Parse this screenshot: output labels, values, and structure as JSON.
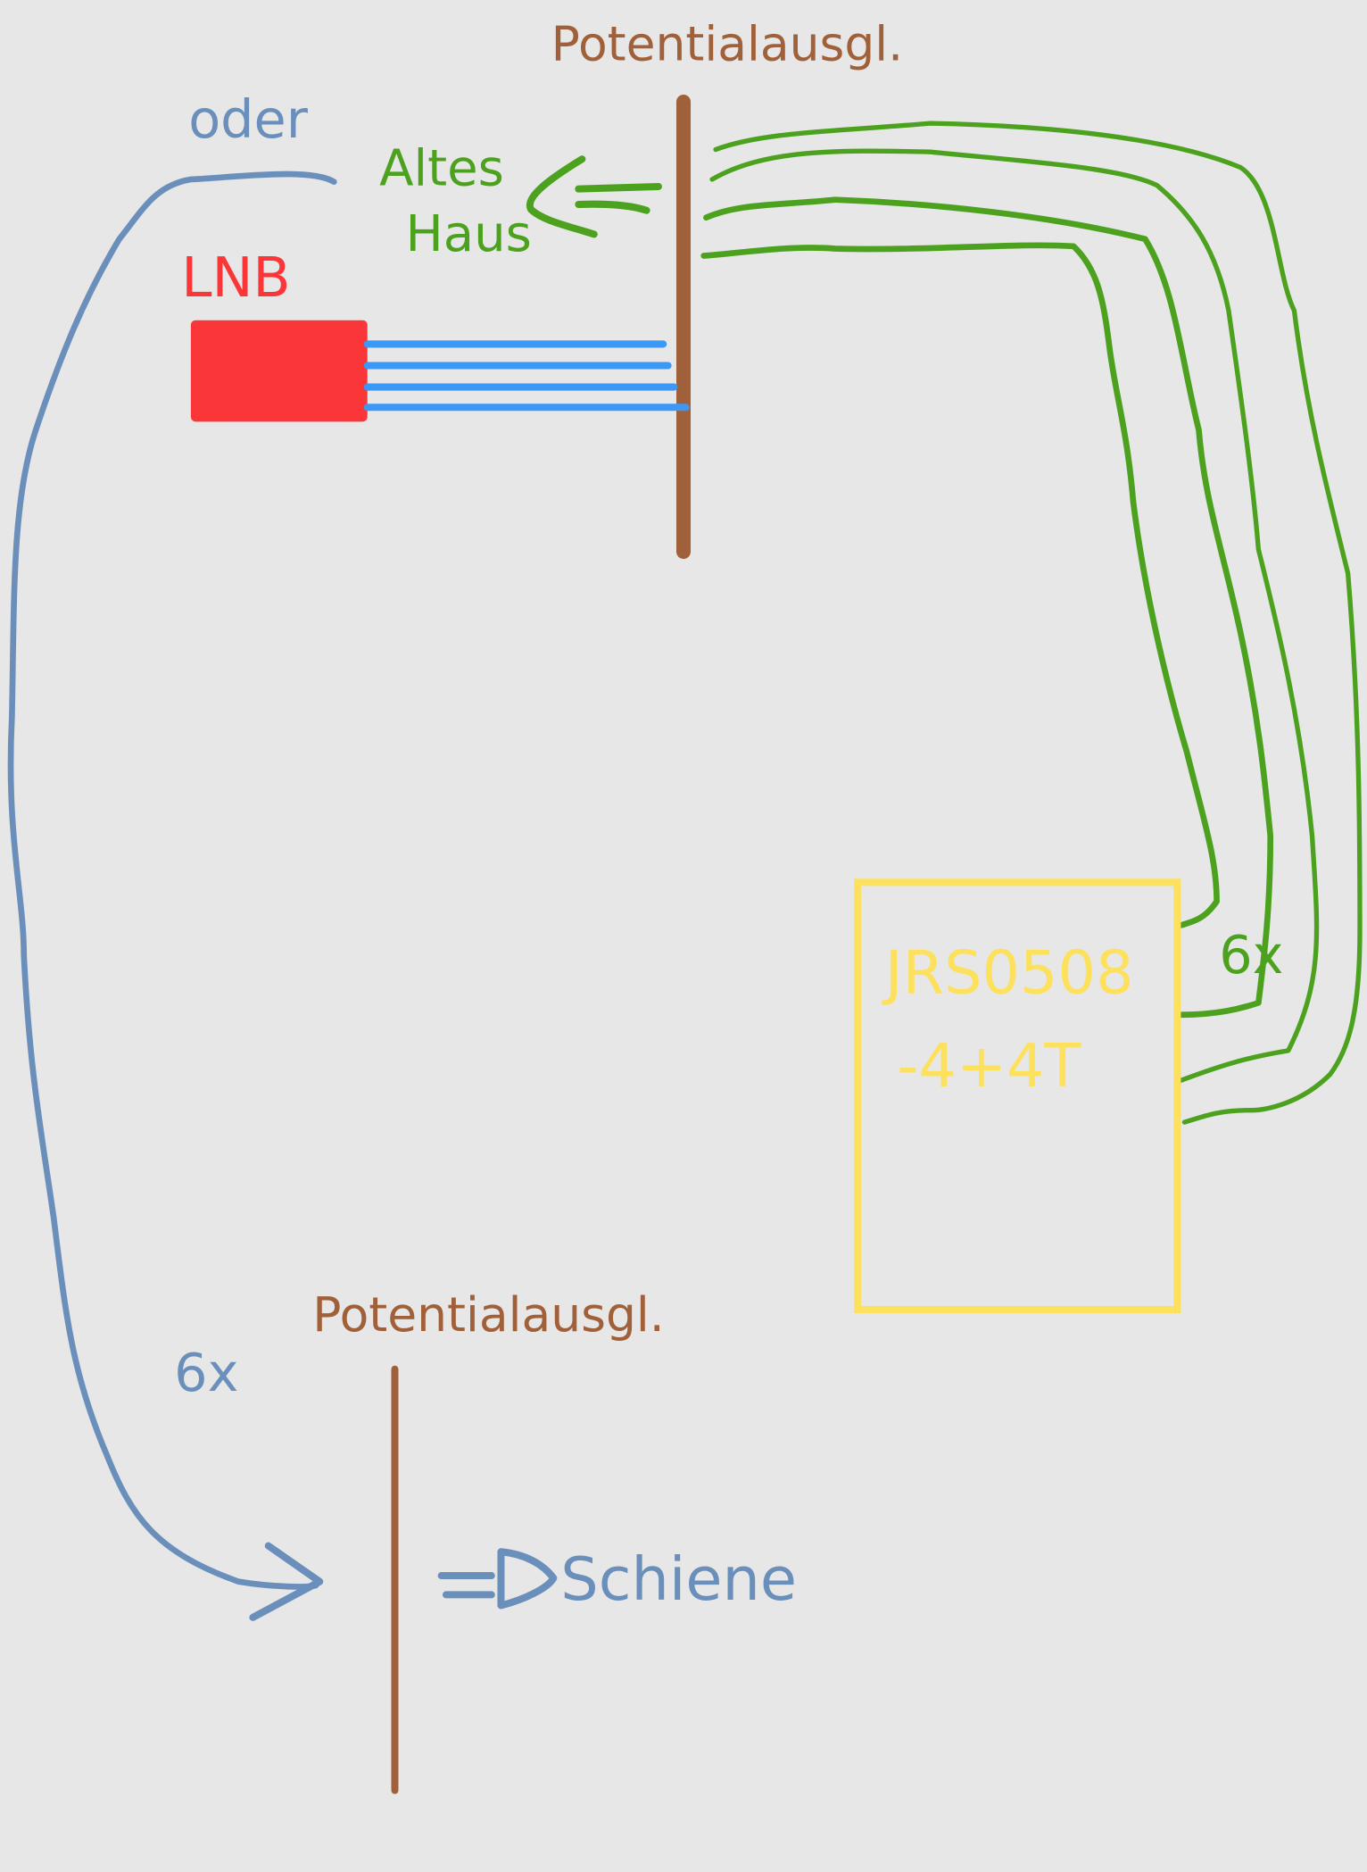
{
  "labels": {
    "potential_top": "Potentialausgl.",
    "potential_bottom": "Potentialausgl.",
    "oder": "oder",
    "altes": "Altes",
    "haus": "Haus",
    "lnb": "LNB",
    "switch_line1": "JRS0508",
    "switch_line2": "-4+4T",
    "count_green": "6x",
    "count_blue": "6x",
    "schiene": "Schiene"
  },
  "colors": {
    "background": "#e7e7e7",
    "brown": "#a0603a",
    "green": "#4ca21e",
    "blue_wire": "#6b8fbb",
    "coax": "#3d97f5",
    "lnb": "#fb3639",
    "switch": "#fde05b"
  }
}
